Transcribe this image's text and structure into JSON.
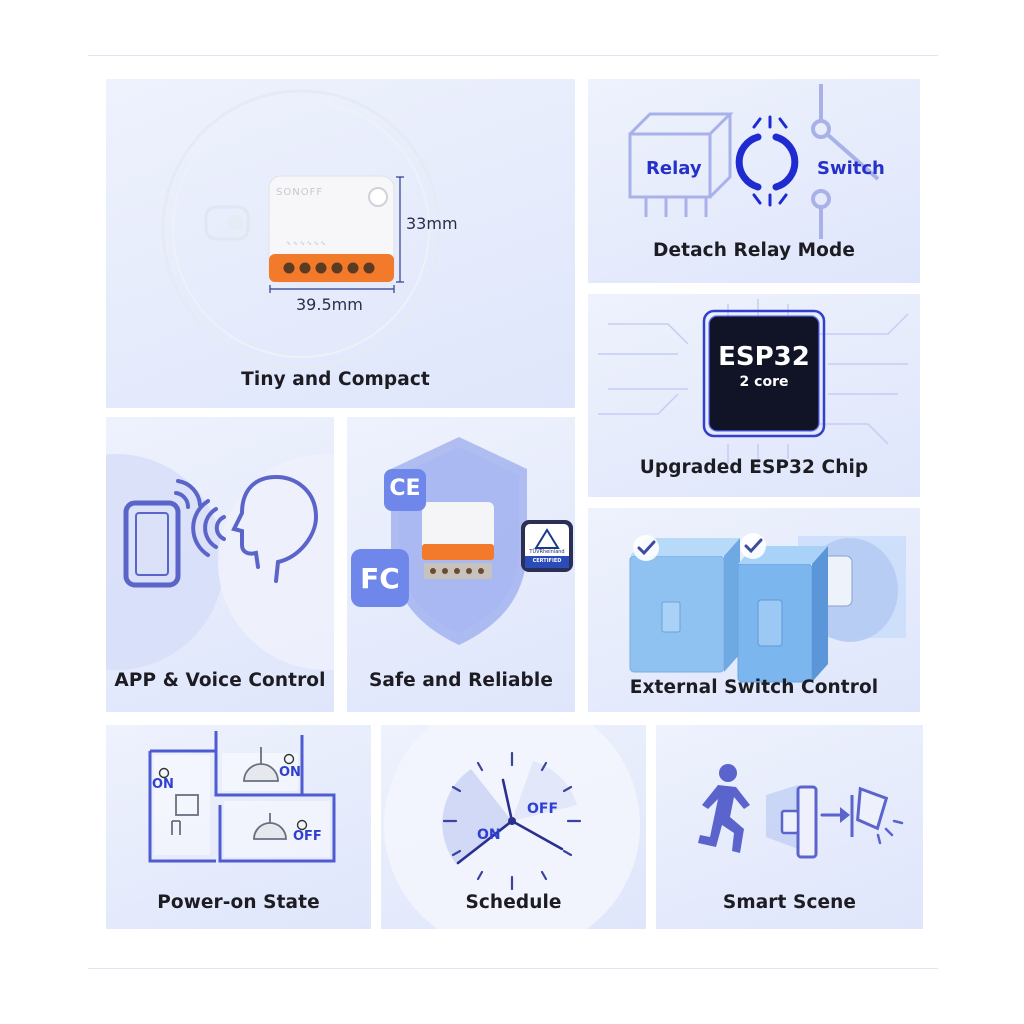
{
  "features": {
    "tiny": {
      "label": "Tiny and Compact",
      "brand": "SONOFF",
      "height_dim": "33mm",
      "width_dim": "39.5mm"
    },
    "relay": {
      "label": "Detach Relay Mode",
      "relay_text": "Relay",
      "switch_text": "Switch"
    },
    "chip": {
      "label": "Upgraded ESP32 Chip",
      "chip_name": "ESP32",
      "chip_cores": "2 core"
    },
    "app": {
      "label": "APP & Voice Control"
    },
    "safe": {
      "label": "Safe and Reliable",
      "ce": "CE",
      "fc": "FC",
      "tuv_name": "TÜVRheinland",
      "tuv_sub": "CERTIFIED"
    },
    "external": {
      "label": "External Switch Control"
    },
    "power": {
      "label": "Power-on State",
      "on_a": "ON",
      "on_b": "ON",
      "off": "OFF"
    },
    "schedule": {
      "label": "Schedule",
      "on": "ON",
      "off": "OFF"
    },
    "scene": {
      "label": "Smart Scene"
    }
  },
  "colors": {
    "accent": "#2f3fd0",
    "orange": "#f27a2a",
    "card_bg": "#e4eafc",
    "ink": "#1c1c22"
  }
}
